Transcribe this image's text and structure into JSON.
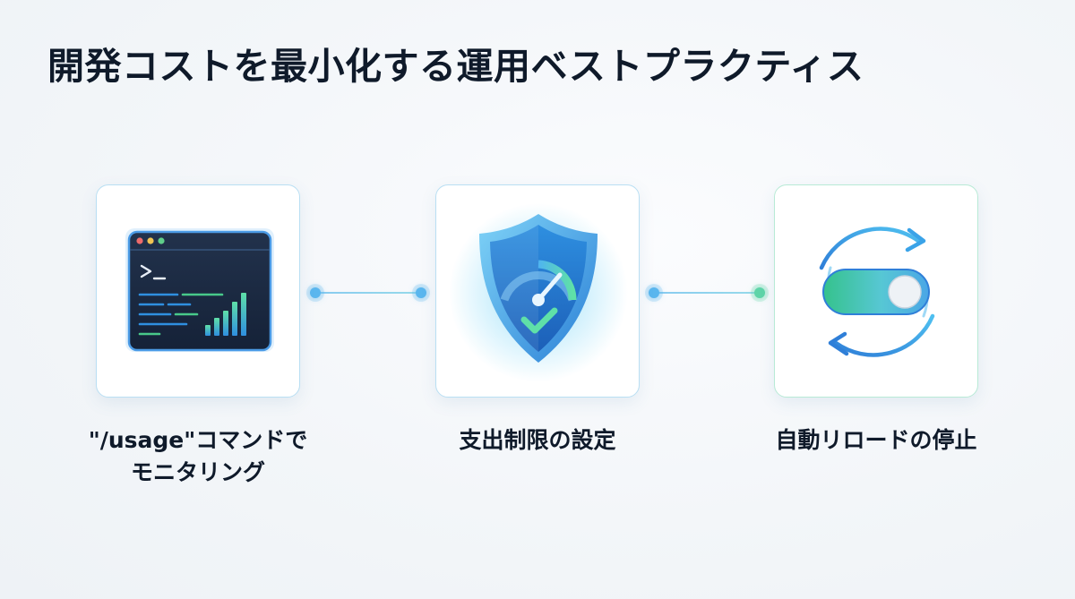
{
  "title": "開発コストを最小化する運用ベストプラクティス",
  "steps": [
    {
      "icon": "terminal-chart-icon",
      "label_lines": [
        "\"/usage\"コマンドで",
        "モニタリング"
      ]
    },
    {
      "icon": "shield-gauge-check-icon",
      "label_lines": [
        "支出制限の設定"
      ]
    },
    {
      "icon": "toggle-refresh-icon",
      "label_lines": [
        "自動リロードの停止"
      ]
    }
  ],
  "colors": {
    "accent_blue": "#3d9ae8",
    "accent_green": "#47c98f",
    "card_border": "#b9dff3",
    "title_text": "#0f1a2a"
  }
}
